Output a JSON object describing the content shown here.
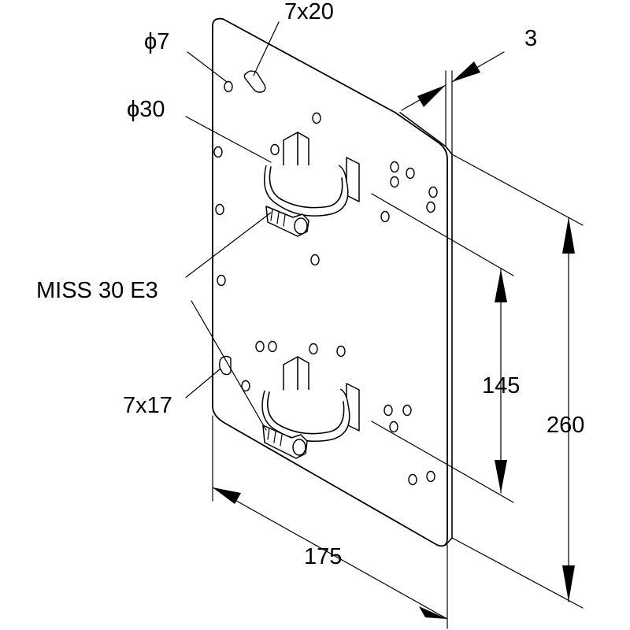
{
  "labels": {
    "hole_diameter": "ϕ7",
    "slot_top": "7x20",
    "thickness": "3",
    "clamp_diameter": "ϕ30",
    "clamp_model": "MISS 30 E3",
    "slot_left": "7x17",
    "clamp_spacing": "145",
    "height": "260",
    "width": "175"
  },
  "colors": {
    "line": "#000000",
    "background": "#ffffff"
  }
}
